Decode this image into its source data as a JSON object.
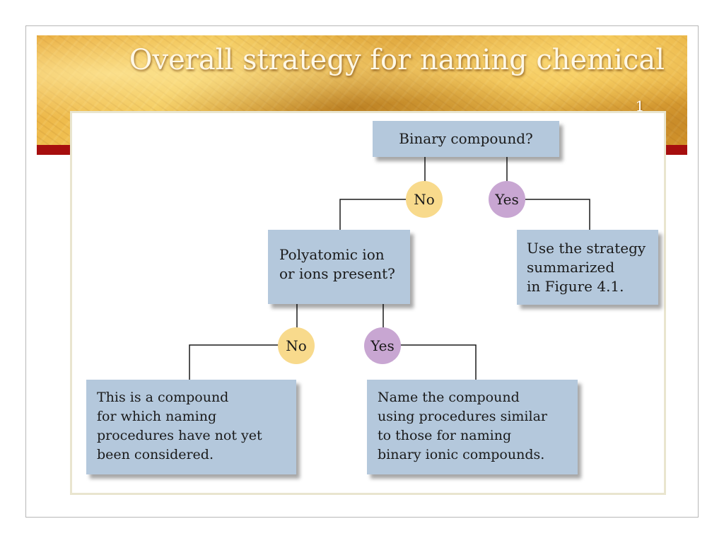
{
  "slide": {
    "title": "Overall strategy for naming chemical",
    "page_number": "1"
  },
  "flowchart": {
    "root_question": "Binary compound?",
    "root_no_label": "No",
    "root_yes_label": "Yes",
    "polyatomic_question": [
      "Polyatomic ion",
      "or ions present?"
    ],
    "strategy_result": [
      "Use the strategy",
      "summarized",
      "in Figure 4.1."
    ],
    "poly_no_label": "No",
    "poly_yes_label": "Yes",
    "unconsidered_result": [
      "This is a compound",
      "for which naming",
      "procedures have not yet",
      "been considered."
    ],
    "ionic_result": [
      "Name the compound",
      "using procedures similar",
      "to those for naming",
      "binary ionic compounds."
    ]
  },
  "colors": {
    "box_fill": "#b4c8dc",
    "no_circle": "#f8da8c",
    "yes_circle": "#c8a6d2",
    "header_bar": "#a60e0e"
  }
}
